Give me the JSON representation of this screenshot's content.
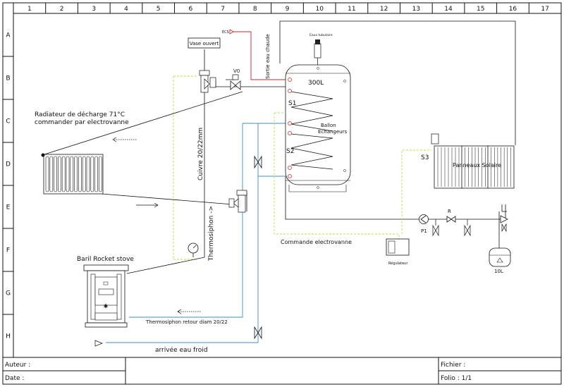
{
  "frame": {
    "columns": [
      "1",
      "2",
      "3",
      "4",
      "5",
      "6",
      "7",
      "8",
      "9",
      "10",
      "11",
      "12",
      "13",
      "14",
      "15",
      "16",
      "17"
    ],
    "rows": [
      "A",
      "B",
      "C",
      "D",
      "E",
      "F",
      "G",
      "H"
    ]
  },
  "labels": {
    "vase": "Vase ouvert",
    "ecs": "ECS",
    "sortie": "Sortie eau chaude",
    "eaux_tubes": "Eaux tubulaire",
    "v0": "V0",
    "tank_volume": "300L",
    "s1": "S1",
    "s2": "S2",
    "s3": "S3",
    "ballon_1": "Ballon",
    "ballon_2": "Echangeurs",
    "radiator_1": "Radiateur de décharge 71°C",
    "radiator_2": "commander par electrovanne",
    "cuivre": "Cuivre 20/22mm",
    "thermosiphon": "Thermosiphon ->",
    "panels": "Panneaux Solaire",
    "p1": "P1",
    "r": "R",
    "commande": "Commande electrovanne",
    "regulateur": "Régulateur",
    "expansion": "10L",
    "stove": "Baril Rocket stove",
    "retour": "Thermosiphon retour diam 20/22",
    "arrivee": "arrivée eau froid"
  },
  "title_block": {
    "auteur": "Auteur :",
    "date": "Date :",
    "fichier": "Fichier :",
    "folio": "Folio : 1/1"
  },
  "colors": {
    "hot": "#cc2222",
    "cold": "#3b8fd0",
    "control": "#b7e04a",
    "line": "#111111"
  }
}
